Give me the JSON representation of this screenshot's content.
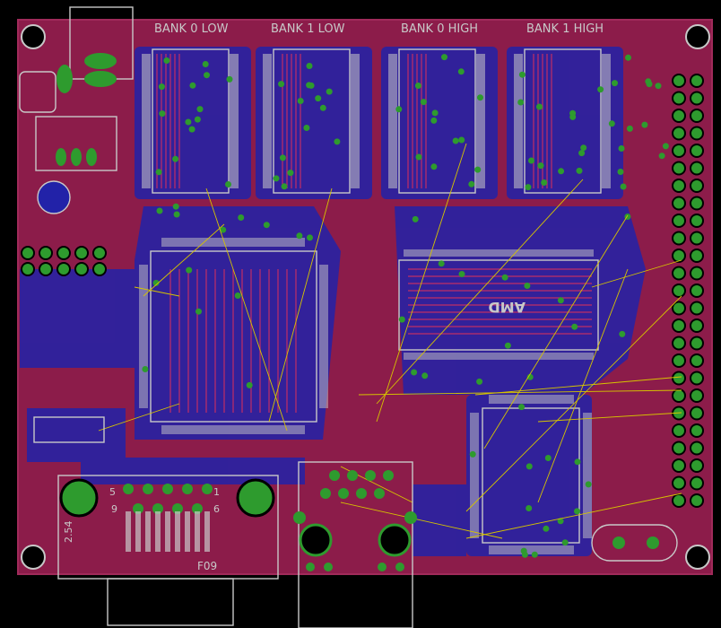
{
  "board": {
    "bank_labels": [
      "BANK 0 LOW",
      "BANK 1 LOW",
      "BANK 0 HIGH",
      "BANK 1 HIGH"
    ],
    "chip_mark": "AMD",
    "connector_label": "F09",
    "connector_ref": "2.54",
    "pin_numbers": [
      "5",
      "1",
      "9",
      "6"
    ],
    "colors": {
      "background": "#000000",
      "board": "#8c1c4a",
      "top_copper": "#b4124a",
      "bottom_copper": "#2222a8",
      "silkscreen": "#c8c8c8",
      "pads": "#2e9b2e",
      "airwires": "#d6c400"
    }
  }
}
